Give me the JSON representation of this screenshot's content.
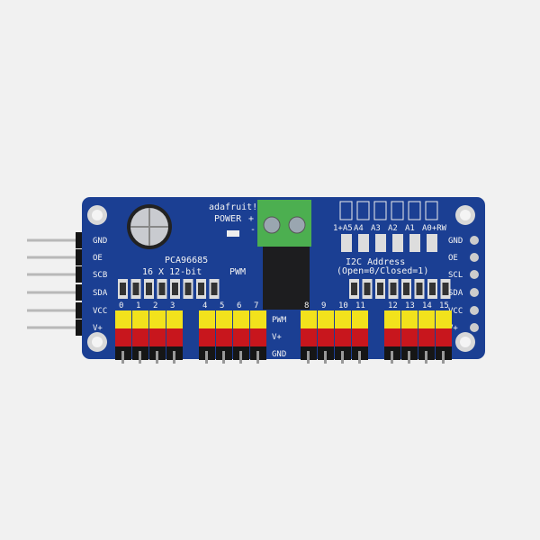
{
  "board": {
    "brand": "adafruit!",
    "chip_label": "PCA96685",
    "channels_label": "16 X 12-bit",
    "pwm_label": "PWM",
    "power_label": "POWER",
    "power_plus": "+",
    "power_minus": "-",
    "i2c_title": "I2C Address",
    "i2c_note": "(Open=0/Closed=1)",
    "address_labels": [
      "1+A5",
      "A4",
      "A3",
      "A2",
      "A1",
      "A0+RW"
    ],
    "left_pins": [
      "GND",
      "OE",
      "SCB",
      "SDA",
      "VCC",
      "V+"
    ],
    "right_pins": [
      "GND",
      "OE",
      "SCL",
      "SDA",
      "VCC",
      "V+"
    ],
    "row_labels": [
      "PWM",
      "V+",
      "GND"
    ],
    "channels": [
      "0",
      "1",
      "2",
      "3",
      "4",
      "5",
      "6",
      "7",
      "8",
      "9",
      "10",
      "11",
      "12",
      "13",
      "14",
      "15"
    ],
    "colors": {
      "pcb": "#1b3f93",
      "terminal": "#4caf50",
      "pwm_row": "#f2e21c",
      "vplus_row": "#c8161d",
      "gnd_row": "#161616"
    }
  }
}
